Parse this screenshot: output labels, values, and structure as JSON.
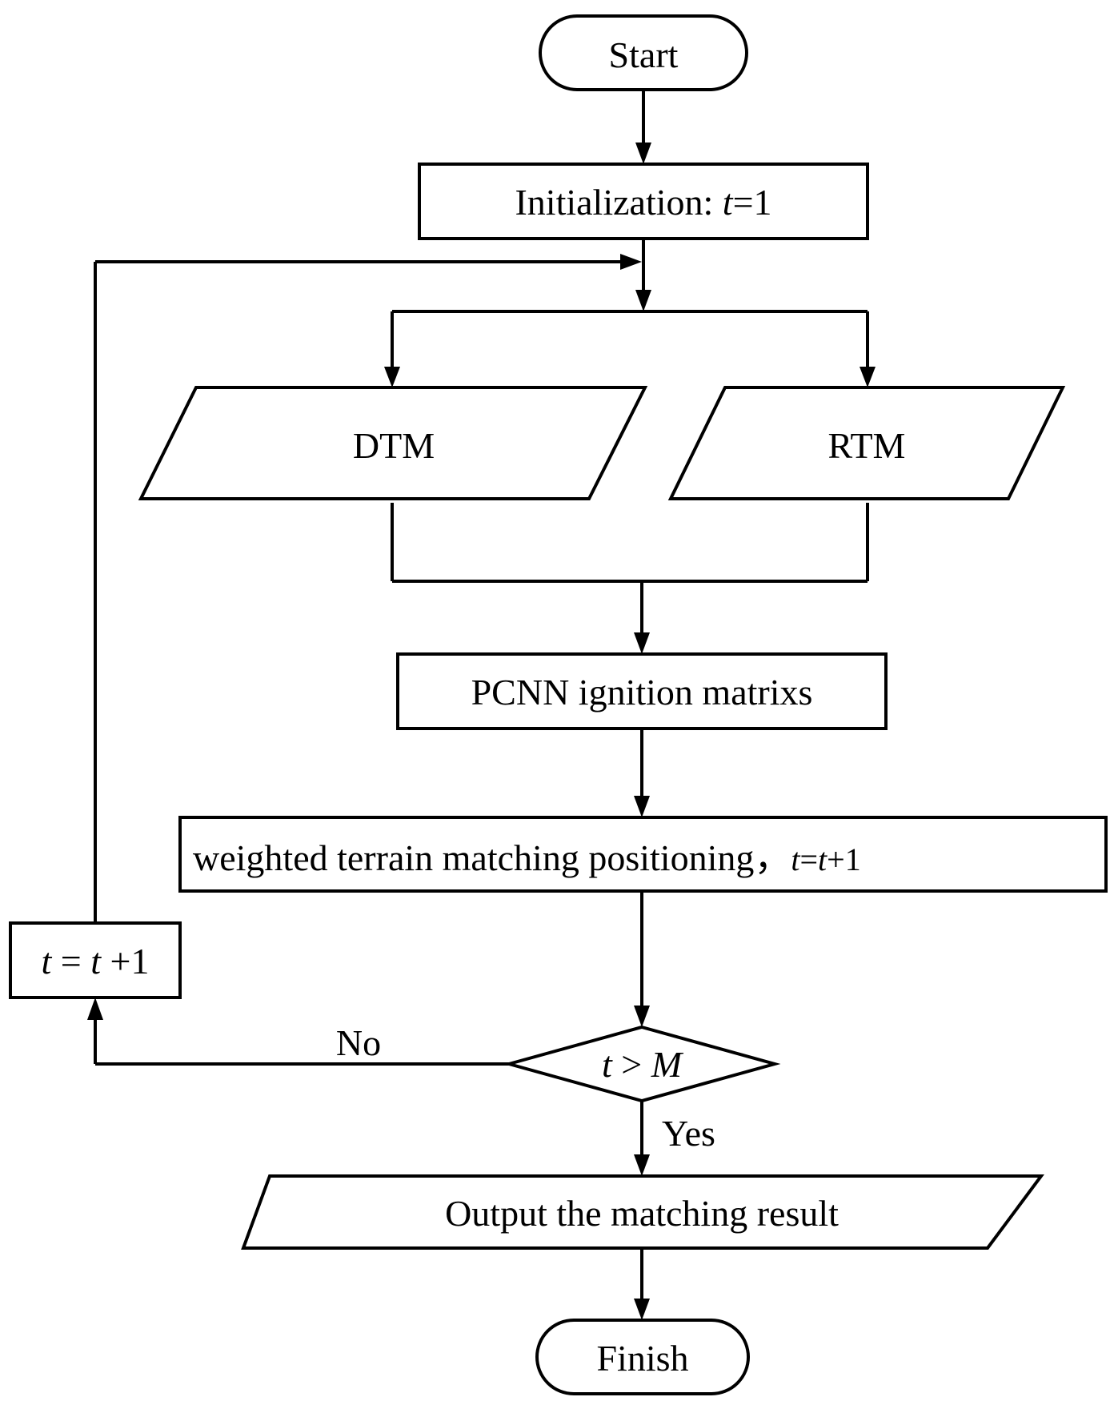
{
  "nodes": {
    "start": {
      "label": "Start"
    },
    "init": {
      "label": "Initialization: ",
      "var": "t",
      "op": "=1"
    },
    "dtm": {
      "label": "DTM"
    },
    "rtm": {
      "label": "RTM"
    },
    "pcnn": {
      "label": "PCNN ignition matrixs"
    },
    "weighted": {
      "label": "weighted terrain matching positioning，",
      "var1": "t",
      "op1": "=",
      "var2": "t",
      "op2": "+1"
    },
    "increment": {
      "var1": "t",
      "op1": " = ",
      "var2": "t",
      "op2": " +1"
    },
    "decision": {
      "var1": "t",
      "op": " > ",
      "var2": "M"
    },
    "output": {
      "label": "Output the matching result"
    },
    "finish": {
      "label": "Finish"
    }
  },
  "edges": {
    "no_label": "No",
    "yes_label": "Yes"
  }
}
